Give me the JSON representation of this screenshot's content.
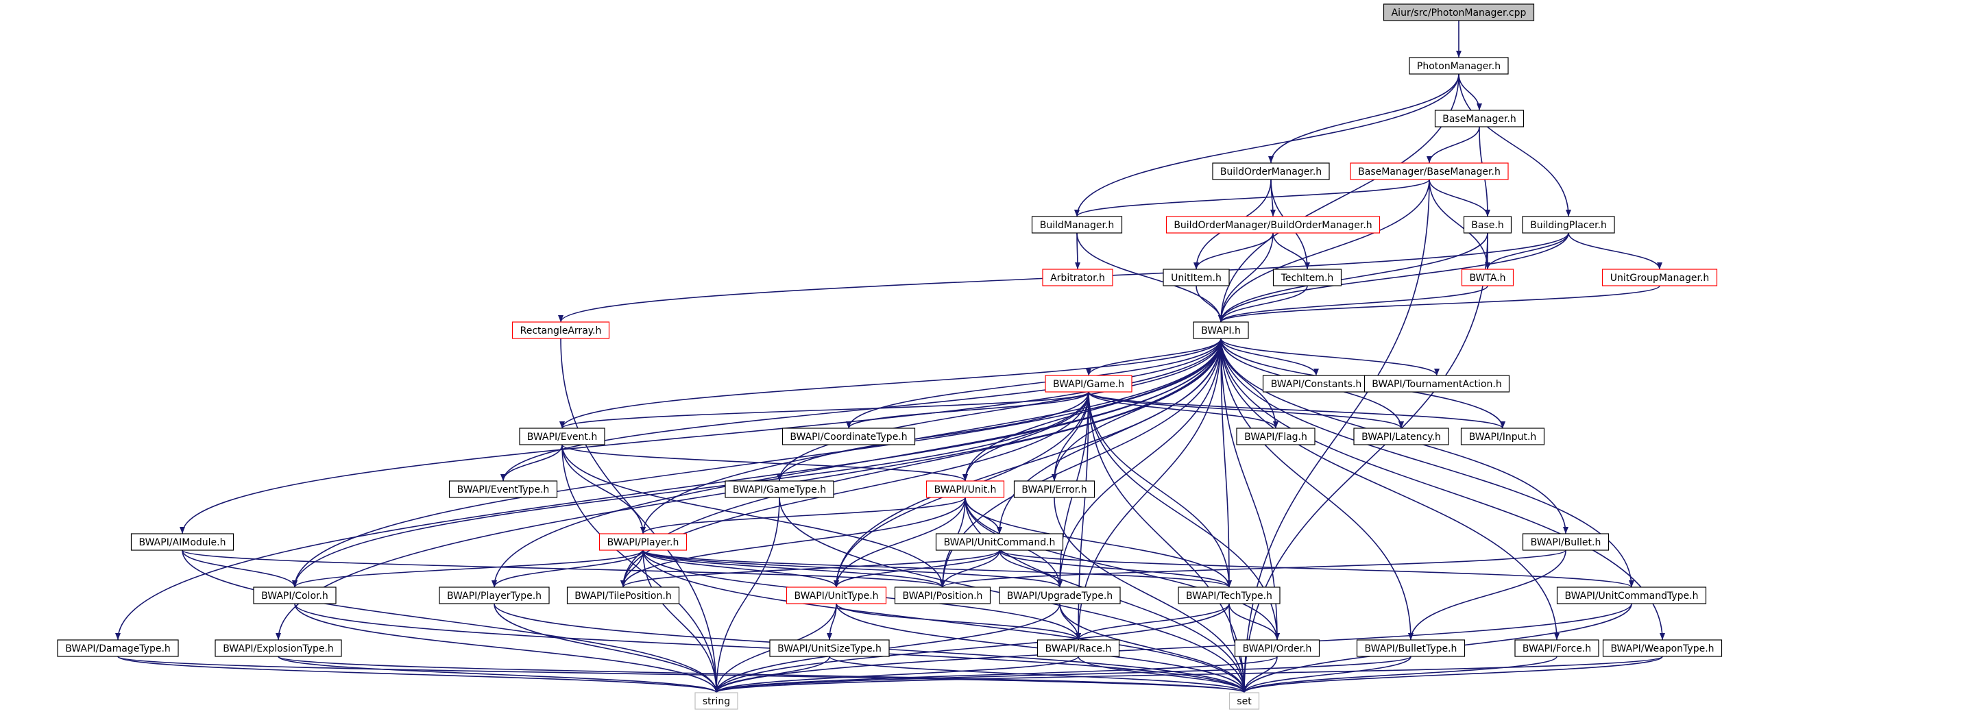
{
  "diagram": {
    "colors": {
      "edge": "#191970",
      "root_fill": "#bfbfbf",
      "node_border": "#000000",
      "truncated_border": "#ff0000",
      "leaf_border": "#bfbfbf"
    },
    "nodes": [
      {
        "id": "root",
        "label": "Aiur/src/PhotonManager.cpp",
        "kind": "root"
      },
      {
        "id": "photon",
        "label": "PhotonManager.h",
        "kind": "normal"
      },
      {
        "id": "basemgr",
        "label": "BaseManager.h",
        "kind": "normal"
      },
      {
        "id": "bom",
        "label": "BuildOrderManager.h",
        "kind": "normal"
      },
      {
        "id": "bmbm",
        "label": "BaseManager/BaseManager.h",
        "kind": "truncated"
      },
      {
        "id": "buildmgr",
        "label": "BuildManager.h",
        "kind": "normal"
      },
      {
        "id": "bombom",
        "label": "BuildOrderManager/BuildOrderManager.h",
        "kind": "truncated"
      },
      {
        "id": "base",
        "label": "Base.h",
        "kind": "normal"
      },
      {
        "id": "bplacer",
        "label": "BuildingPlacer.h",
        "kind": "normal"
      },
      {
        "id": "arb",
        "label": "Arbitrator.h",
        "kind": "truncated"
      },
      {
        "id": "unititem",
        "label": "UnitItem.h",
        "kind": "normal"
      },
      {
        "id": "techitem",
        "label": "TechItem.h",
        "kind": "normal"
      },
      {
        "id": "bwta",
        "label": "BWTA.h",
        "kind": "truncated"
      },
      {
        "id": "ugm",
        "label": "UnitGroupManager.h",
        "kind": "truncated"
      },
      {
        "id": "rect",
        "label": "RectangleArray.h",
        "kind": "truncated"
      },
      {
        "id": "bwapi",
        "label": "BWAPI.h",
        "kind": "normal"
      },
      {
        "id": "game",
        "label": "BWAPI/Game.h",
        "kind": "truncated"
      },
      {
        "id": "consts",
        "label": "BWAPI/Constants.h",
        "kind": "normal"
      },
      {
        "id": "tourn",
        "label": "BWAPI/TournamentAction.h",
        "kind": "normal"
      },
      {
        "id": "event",
        "label": "BWAPI/Event.h",
        "kind": "normal"
      },
      {
        "id": "coord",
        "label": "BWAPI/CoordinateType.h",
        "kind": "normal"
      },
      {
        "id": "flag",
        "label": "BWAPI/Flag.h",
        "kind": "normal"
      },
      {
        "id": "latency",
        "label": "BWAPI/Latency.h",
        "kind": "normal"
      },
      {
        "id": "input",
        "label": "BWAPI/Input.h",
        "kind": "normal"
      },
      {
        "id": "eventtype",
        "label": "BWAPI/EventType.h",
        "kind": "normal"
      },
      {
        "id": "gametype",
        "label": "BWAPI/GameType.h",
        "kind": "normal"
      },
      {
        "id": "unit",
        "label": "BWAPI/Unit.h",
        "kind": "truncated"
      },
      {
        "id": "error",
        "label": "BWAPI/Error.h",
        "kind": "normal"
      },
      {
        "id": "aimodule",
        "label": "BWAPI/AIModule.h",
        "kind": "normal"
      },
      {
        "id": "player",
        "label": "BWAPI/Player.h",
        "kind": "truncated"
      },
      {
        "id": "ucmd",
        "label": "BWAPI/UnitCommand.h",
        "kind": "normal"
      },
      {
        "id": "bullet",
        "label": "BWAPI/Bullet.h",
        "kind": "normal"
      },
      {
        "id": "color",
        "label": "BWAPI/Color.h",
        "kind": "normal"
      },
      {
        "id": "ptype",
        "label": "BWAPI/PlayerType.h",
        "kind": "normal"
      },
      {
        "id": "tilepos",
        "label": "BWAPI/TilePosition.h",
        "kind": "normal"
      },
      {
        "id": "unittype",
        "label": "BWAPI/UnitType.h",
        "kind": "truncated"
      },
      {
        "id": "position",
        "label": "BWAPI/Position.h",
        "kind": "normal"
      },
      {
        "id": "upgtype",
        "label": "BWAPI/UpgradeType.h",
        "kind": "normal"
      },
      {
        "id": "techtype",
        "label": "BWAPI/TechType.h",
        "kind": "normal"
      },
      {
        "id": "ucmdtype",
        "label": "BWAPI/UnitCommandType.h",
        "kind": "normal"
      },
      {
        "id": "dmgtype",
        "label": "BWAPI/DamageType.h",
        "kind": "normal"
      },
      {
        "id": "explo",
        "label": "BWAPI/ExplosionType.h",
        "kind": "normal"
      },
      {
        "id": "usize",
        "label": "BWAPI/UnitSizeType.h",
        "kind": "normal"
      },
      {
        "id": "race",
        "label": "BWAPI/Race.h",
        "kind": "normal"
      },
      {
        "id": "order",
        "label": "BWAPI/Order.h",
        "kind": "normal"
      },
      {
        "id": "btype",
        "label": "BWAPI/BulletType.h",
        "kind": "normal"
      },
      {
        "id": "force",
        "label": "BWAPI/Force.h",
        "kind": "normal"
      },
      {
        "id": "wtype",
        "label": "BWAPI/WeaponType.h",
        "kind": "normal"
      },
      {
        "id": "string",
        "label": "string",
        "kind": "leaf"
      },
      {
        "id": "set",
        "label": "set",
        "kind": "leaf"
      }
    ],
    "edges": [
      [
        "root",
        "photon"
      ],
      [
        "photon",
        "basemgr"
      ],
      [
        "photon",
        "bom"
      ],
      [
        "photon",
        "buildmgr"
      ],
      [
        "photon",
        "bplacer"
      ],
      [
        "photon",
        "bwapi"
      ],
      [
        "basemgr",
        "bmbm"
      ],
      [
        "basemgr",
        "base"
      ],
      [
        "bmbm",
        "buildmgr"
      ],
      [
        "bmbm",
        "base"
      ],
      [
        "bmbm",
        "bwta"
      ],
      [
        "bmbm",
        "bwapi"
      ],
      [
        "bmbm",
        "set"
      ],
      [
        "bom",
        "bombom"
      ],
      [
        "bom",
        "unititem"
      ],
      [
        "bom",
        "techitem"
      ],
      [
        "bombom",
        "unititem"
      ],
      [
        "bombom",
        "techitem"
      ],
      [
        "bombom",
        "bwapi"
      ],
      [
        "buildmgr",
        "arb"
      ],
      [
        "buildmgr",
        "bwapi"
      ],
      [
        "base",
        "bwta"
      ],
      [
        "base",
        "bwapi"
      ],
      [
        "base",
        "set"
      ],
      [
        "bplacer",
        "bwta"
      ],
      [
        "bplacer",
        "ugm"
      ],
      [
        "bplacer",
        "bwapi"
      ],
      [
        "bplacer",
        "rect"
      ],
      [
        "unititem",
        "bwapi"
      ],
      [
        "techitem",
        "bwapi"
      ],
      [
        "bwta",
        "bwapi"
      ],
      [
        "ugm",
        "bwapi"
      ],
      [
        "rect",
        "string"
      ],
      [
        "bwapi",
        "game"
      ],
      [
        "bwapi",
        "consts"
      ],
      [
        "bwapi",
        "tourn"
      ],
      [
        "bwapi",
        "event"
      ],
      [
        "bwapi",
        "coord"
      ],
      [
        "bwapi",
        "flag"
      ],
      [
        "bwapi",
        "latency"
      ],
      [
        "bwapi",
        "input"
      ],
      [
        "bwapi",
        "eventtype"
      ],
      [
        "bwapi",
        "gametype"
      ],
      [
        "bwapi",
        "unit"
      ],
      [
        "bwapi",
        "error"
      ],
      [
        "bwapi",
        "aimodule"
      ],
      [
        "bwapi",
        "player"
      ],
      [
        "bwapi",
        "ucmd"
      ],
      [
        "bwapi",
        "bullet"
      ],
      [
        "bwapi",
        "color"
      ],
      [
        "bwapi",
        "ptype"
      ],
      [
        "bwapi",
        "tilepos"
      ],
      [
        "bwapi",
        "unittype"
      ],
      [
        "bwapi",
        "position"
      ],
      [
        "bwapi",
        "upgtype"
      ],
      [
        "bwapi",
        "techtype"
      ],
      [
        "bwapi",
        "ucmdtype"
      ],
      [
        "bwapi",
        "dmgtype"
      ],
      [
        "bwapi",
        "explo"
      ],
      [
        "bwapi",
        "race"
      ],
      [
        "bwapi",
        "order"
      ],
      [
        "bwapi",
        "btype"
      ],
      [
        "bwapi",
        "force"
      ],
      [
        "bwapi",
        "wtype"
      ],
      [
        "game",
        "event"
      ],
      [
        "game",
        "coord"
      ],
      [
        "game",
        "flag"
      ],
      [
        "game",
        "latency"
      ],
      [
        "game",
        "input"
      ],
      [
        "game",
        "gametype"
      ],
      [
        "game",
        "unit"
      ],
      [
        "game",
        "error"
      ],
      [
        "game",
        "color"
      ],
      [
        "game",
        "unittype"
      ],
      [
        "game",
        "upgtype"
      ],
      [
        "game",
        "techtype"
      ],
      [
        "game",
        "race"
      ],
      [
        "game",
        "order"
      ],
      [
        "game",
        "tilepos"
      ],
      [
        "game",
        "set"
      ],
      [
        "event",
        "eventtype"
      ],
      [
        "event",
        "unit"
      ],
      [
        "event",
        "player"
      ],
      [
        "event",
        "position"
      ],
      [
        "event",
        "string"
      ],
      [
        "gametype",
        "string"
      ],
      [
        "gametype",
        "set"
      ],
      [
        "unit",
        "player"
      ],
      [
        "unit",
        "ucmd"
      ],
      [
        "unit",
        "unittype"
      ],
      [
        "unit",
        "position"
      ],
      [
        "unit",
        "tilepos"
      ],
      [
        "unit",
        "upgtype"
      ],
      [
        "unit",
        "techtype"
      ],
      [
        "unit",
        "order"
      ],
      [
        "unit",
        "set"
      ],
      [
        "error",
        "set"
      ],
      [
        "aimodule",
        "color"
      ],
      [
        "aimodule",
        "position"
      ],
      [
        "aimodule",
        "string"
      ],
      [
        "player",
        "color"
      ],
      [
        "player",
        "ptype"
      ],
      [
        "player",
        "tilepos"
      ],
      [
        "player",
        "unittype"
      ],
      [
        "player",
        "position"
      ],
      [
        "player",
        "upgtype"
      ],
      [
        "player",
        "techtype"
      ],
      [
        "player",
        "race"
      ],
      [
        "player",
        "string"
      ],
      [
        "player",
        "set"
      ],
      [
        "ucmd",
        "unittype"
      ],
      [
        "ucmd",
        "position"
      ],
      [
        "ucmd",
        "tilepos"
      ],
      [
        "ucmd",
        "upgtype"
      ],
      [
        "ucmd",
        "techtype"
      ],
      [
        "ucmd",
        "ucmdtype"
      ],
      [
        "bullet",
        "btype"
      ],
      [
        "bullet",
        "position"
      ],
      [
        "color",
        "string"
      ],
      [
        "color",
        "set"
      ],
      [
        "ptype",
        "string"
      ],
      [
        "ptype",
        "set"
      ],
      [
        "unittype",
        "usize"
      ],
      [
        "unittype",
        "race"
      ],
      [
        "unittype",
        "string"
      ],
      [
        "unittype",
        "set"
      ],
      [
        "upgtype",
        "race"
      ],
      [
        "upgtype",
        "string"
      ],
      [
        "upgtype",
        "set"
      ],
      [
        "techtype",
        "race"
      ],
      [
        "techtype",
        "order"
      ],
      [
        "techtype",
        "string"
      ],
      [
        "techtype",
        "set"
      ],
      [
        "ucmdtype",
        "string"
      ],
      [
        "ucmdtype",
        "set"
      ],
      [
        "dmgtype",
        "string"
      ],
      [
        "dmgtype",
        "set"
      ],
      [
        "explo",
        "string"
      ],
      [
        "explo",
        "set"
      ],
      [
        "usize",
        "string"
      ],
      [
        "usize",
        "set"
      ],
      [
        "race",
        "string"
      ],
      [
        "race",
        "set"
      ],
      [
        "order",
        "string"
      ],
      [
        "order",
        "set"
      ],
      [
        "btype",
        "string"
      ],
      [
        "btype",
        "set"
      ],
      [
        "force",
        "set"
      ],
      [
        "wtype",
        "string"
      ],
      [
        "wtype",
        "set"
      ]
    ]
  }
}
